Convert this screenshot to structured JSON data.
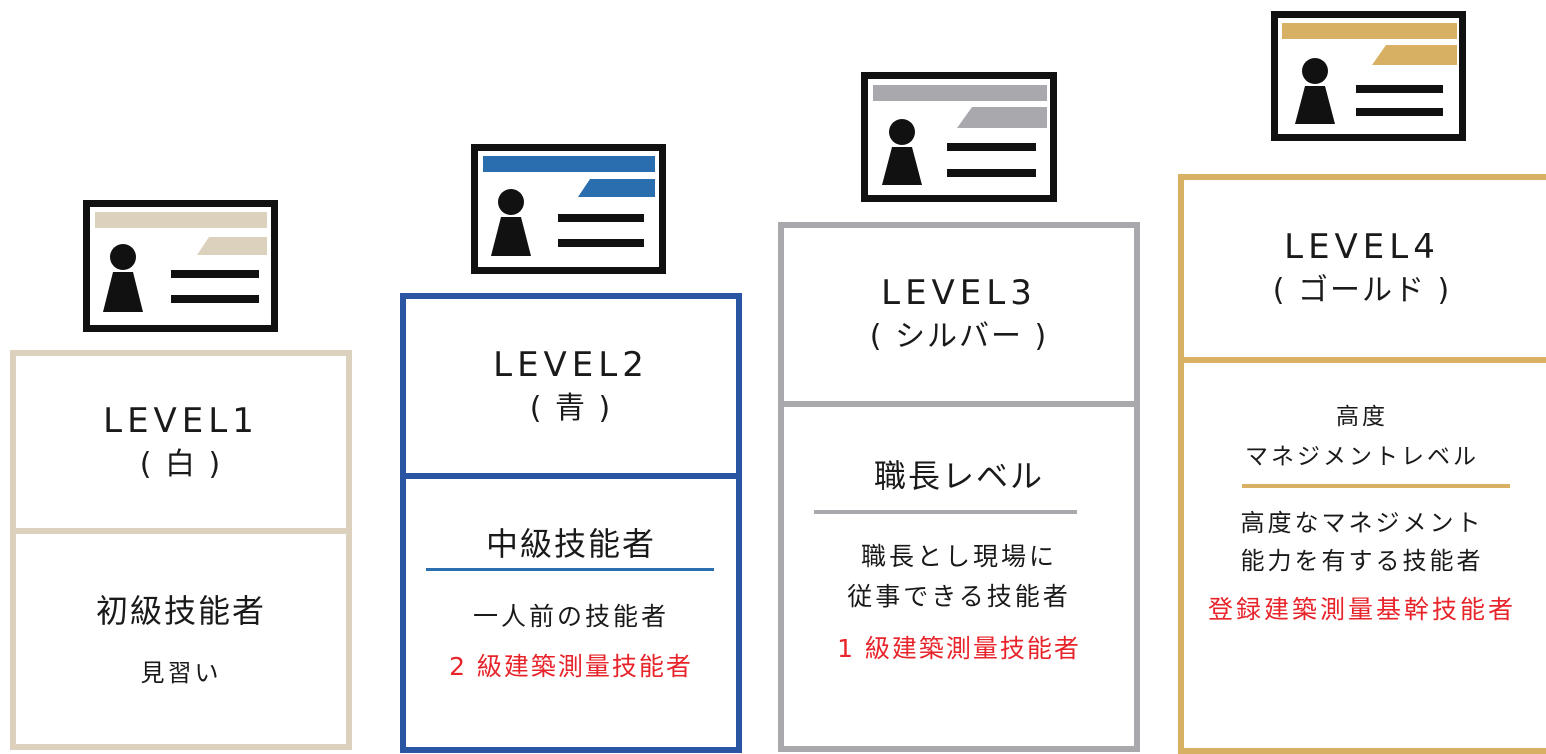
{
  "colors": {
    "level1": "#dcd1bd",
    "level2": "#2a55a3",
    "level3": "#a9a9ad",
    "level4": "#d7b063",
    "qualification_text": "#e8242b"
  },
  "levels": [
    {
      "title": "LEVEL1",
      "color_name": "( 白 )",
      "role": "初級技能者",
      "description_lines": [
        "見習い"
      ],
      "qualification": "",
      "card_icon": "id-card-icon-white"
    },
    {
      "title": "LEVEL2",
      "color_name": "( 青 )",
      "role": "中級技能者",
      "description_lines": [
        "一人前の技能者"
      ],
      "qualification": "2 級建築測量技能者",
      "card_icon": "id-card-icon-blue"
    },
    {
      "title": "LEVEL3",
      "color_name": "( シルバー )",
      "role": "職長レベル",
      "description_lines": [
        "職長とし現場に",
        "従事できる技能者"
      ],
      "qualification": "1 級建築測量技能者",
      "card_icon": "id-card-icon-silver"
    },
    {
      "title": "LEVEL4",
      "color_name": "( ゴールド )",
      "role_lines": [
        "高度",
        "マネジメントレベル"
      ],
      "description_lines": [
        "高度なマネジメント",
        "能力を有する技能者"
      ],
      "qualification": "登録建築測量基幹技能者",
      "card_icon": "id-card-icon-gold"
    }
  ]
}
